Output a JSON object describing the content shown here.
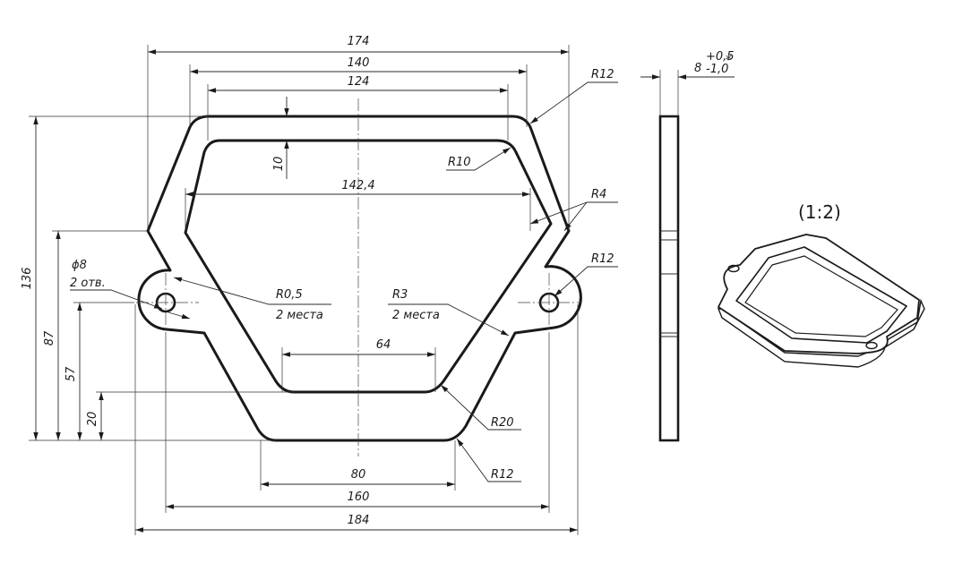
{
  "dimensions": {
    "d174": "174",
    "d140": "140",
    "d124": "124",
    "d142_4": "142,4",
    "d10": "10",
    "d136": "136",
    "d87": "87",
    "d57": "57",
    "d20": "20",
    "d64": "64",
    "d80": "80",
    "d160": "160",
    "d184": "184"
  },
  "callouts": {
    "r12_top": "R12",
    "r10": "R10",
    "r4": "R4",
    "r12_right": "R12",
    "phi8": "ϕ8",
    "otv": "2 отв.",
    "r05": "R0,5",
    "mesta_left": "2 места",
    "r3": "R3",
    "mesta_right": "2 места",
    "r20": "R20",
    "r12_bottom": "R12"
  },
  "side_view": {
    "thickness_base": "8",
    "tol_upper": "+0,5",
    "tol_lower": "-1,0",
    "asterisk": "*"
  },
  "scale_label": "(1:2)"
}
